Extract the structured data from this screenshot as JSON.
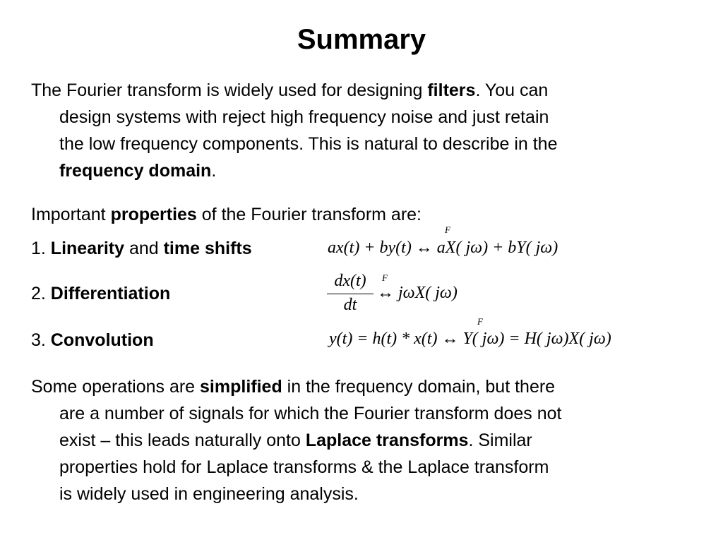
{
  "title": "Summary",
  "para1": {
    "l1a": "The Fourier transform is widely used for designing ",
    "l1b": "filters",
    "l1c": ".  You can",
    "l2": "design systems with reject high frequency noise and just retain",
    "l3": "the low frequency components.  This is natural to describe in the",
    "l4a": "frequency domain",
    "l4b": "."
  },
  "props": {
    "a": "Important ",
    "b": "properties",
    "c": " of the Fourier transform are:"
  },
  "items": [
    {
      "num": "1. ",
      "b1": "Linearity",
      "mid": " and ",
      "b2": "time shifts",
      "formula": "ax(t) + by(t) ↔ aX( jω) + bY( jω)",
      "mark": "F"
    },
    {
      "num": "2. ",
      "b1": "Differentiation",
      "num_expr": "dx(t)",
      "den_expr": "dt",
      "formula": "↔ jωX( jω)",
      "mark": "F"
    },
    {
      "num": "3. ",
      "b1": "Convolution",
      "formula": "y(t) = h(t) * x(t) ↔ Y( jω) = H( jω)X( jω)",
      "mark": "F"
    }
  ],
  "para2": {
    "l1a": "Some operations are ",
    "l1b": "simplified",
    "l1c": " in the frequency domain, but there",
    "l2": "are a number of signals for which the Fourier transform does not",
    "l3a": "exist – this leads naturally onto ",
    "l3b": "Laplace transforms",
    "l3c": ".  Similar",
    "l4": "properties hold for Laplace transforms & the Laplace transform",
    "l5": "is widely used in engineering analysis."
  }
}
